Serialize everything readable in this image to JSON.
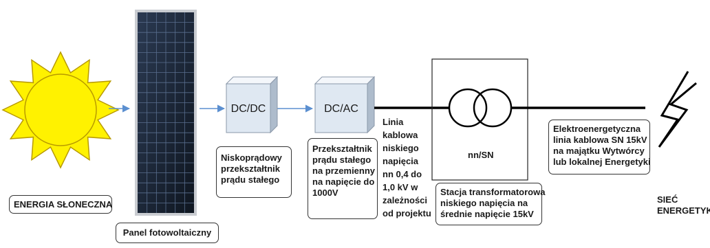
{
  "sun": {
    "label": "ENERGIA SŁONECZNA"
  },
  "panel": {
    "label": "Panel fotowoltaiczny"
  },
  "dcdc": {
    "title": "DC/DC",
    "caption": [
      "Niskoprądowy",
      "przekształtnik",
      "prądu stałego"
    ]
  },
  "dcac": {
    "title": "DC/AC",
    "caption": [
      "Przekształtnik",
      "prądu stałego",
      "na przemienny",
      "na napięcie do",
      "1000V"
    ]
  },
  "line": {
    "caption": [
      "Linia",
      "kablowa",
      "niskiego",
      "napięcia",
      "nn 0,4 do",
      "1,0 kV w",
      "zależności",
      "od projektu"
    ]
  },
  "station": {
    "ratio": "nn/SN",
    "caption": [
      "Stacja transformatorowa",
      "niskiego napięcia na",
      "średnie napięcie 15kV"
    ]
  },
  "mv_line": {
    "caption": [
      "Elektroenergetyczna",
      "linia kablowa SN 15kV",
      "na majątku Wytwórcy",
      "lub lokalnej Energetyki"
    ]
  },
  "grid": {
    "label": [
      "SIEĆ",
      "ENERGETYKI"
    ]
  },
  "colors": {
    "sun_fill": "#fff200",
    "sun_stroke": "#b89a00",
    "panel_dark": "#17202b",
    "panel_cell": "#22324a",
    "cube_front": "#dfe8f2",
    "cube_top": "#f4f7fb",
    "cube_side": "#aebccc",
    "arrow": "#5b8fd0",
    "line": "#000000"
  }
}
